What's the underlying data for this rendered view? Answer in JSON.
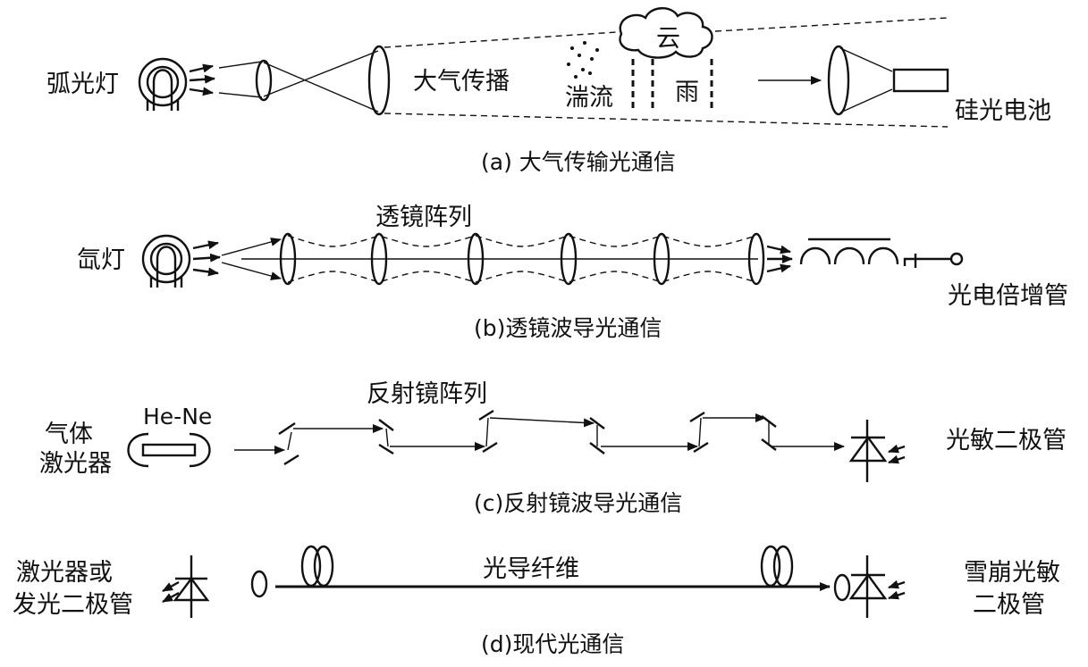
{
  "panel_a": {
    "source": "弧光灯",
    "propagation": "大气传播",
    "cloud": "云",
    "turbulence": "湍流",
    "rain": "雨",
    "detector": "硅光电池",
    "caption": "(a) 大气传输光通信"
  },
  "panel_b": {
    "source": "氙灯",
    "lens_array": "透镜阵列",
    "detector": "光电倍增管",
    "caption": "(b)透镜波导光通信"
  },
  "panel_c": {
    "source_line1": "气体",
    "source_line2": "激光器",
    "laser_type": "He-Ne",
    "mirror_array": "反射镜阵列",
    "detector": "光敏二极管",
    "caption": "(c)反射镜波导光通信"
  },
  "panel_d": {
    "source_line1": "激光器或",
    "source_line2": "发光二极管",
    "fiber": "光导纤维",
    "detector_line1": "雪崩光敏",
    "detector_line2": "二极管",
    "caption": "(d)现代光通信"
  }
}
